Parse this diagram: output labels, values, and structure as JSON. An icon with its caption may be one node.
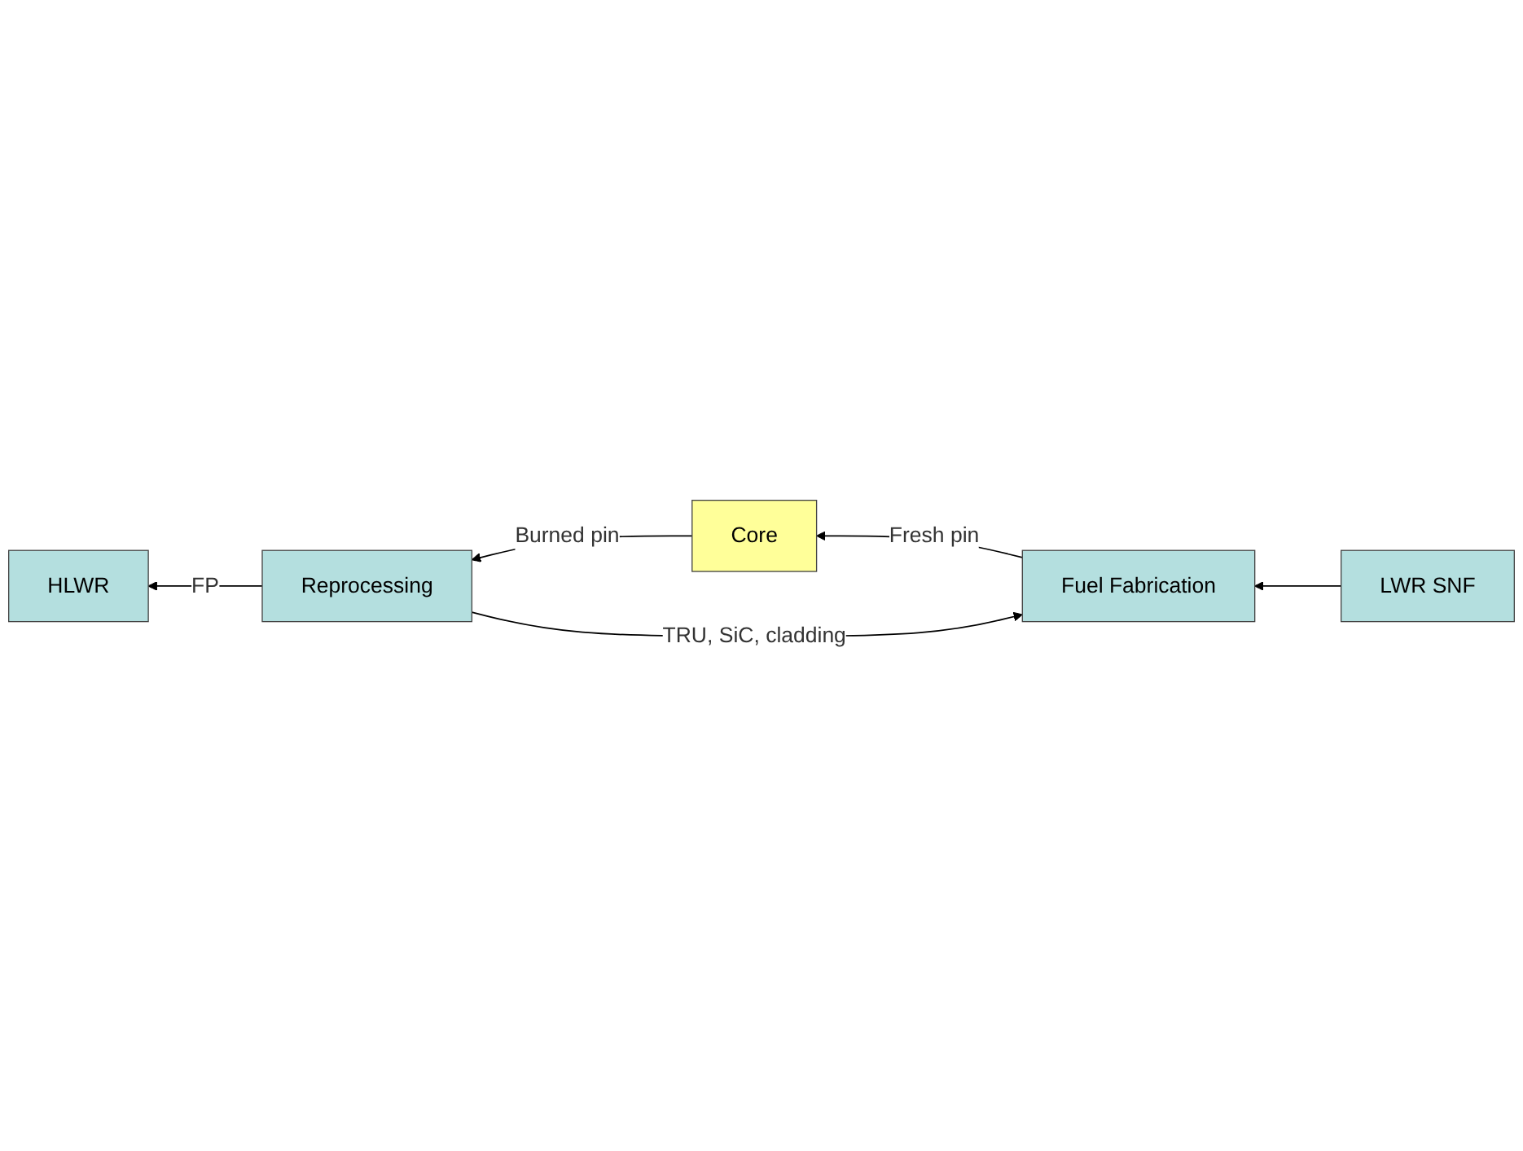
{
  "diagram": {
    "nodes": [
      {
        "text": [
          "HLWR"
        ]
      },
      {
        "text": [
          "LWR SNF"
        ]
      },
      {
        "text": [
          "Reprocessing"
        ]
      },
      {
        "text": [
          "Core"
        ]
      },
      {
        "text": [
          "Fuel Fabrication"
        ]
      }
    ],
    "edges": [
      {
        "from": 2,
        "to": 0,
        "arrow": "to",
        "label": "FP"
      },
      {
        "from": 1,
        "to": 4,
        "arrow": "to"
      },
      {
        "from": 4,
        "to": 3,
        "arrow": "to",
        "label": "Fresh pin"
      },
      {
        "from": 3,
        "to": 2,
        "arrow": "to",
        "label": "Burned pin"
      },
      {
        "from": 2,
        "to": 4,
        "arrow": "to",
        "label": "TRU, SiC, cladding"
      }
    ]
  }
}
